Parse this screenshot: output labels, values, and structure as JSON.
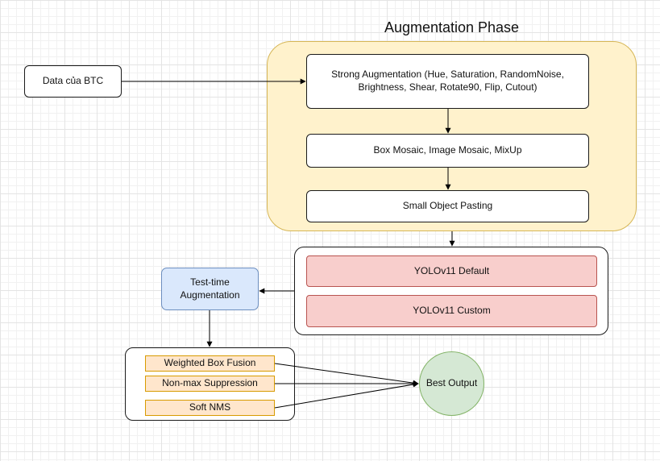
{
  "diagram": {
    "phase_title": "Augmentation Phase",
    "nodes": {
      "data_source": "Data của BTC",
      "strong_aug": "Strong Augmentation (Hue, Saturation, RandomNoise, Brightness, Shear, Rotate90, Flip, Cutout)",
      "mosaic": "Box Mosaic, Image Mosaic, MixUp",
      "pasting": "Small Object Pasting",
      "yolo_default": "YOLOv11 Default",
      "yolo_custom": "YOLOv11 Custom",
      "tta": "Test-time Augmentation",
      "wbf": "Weighted Box Fusion",
      "nms": "Non-max Suppression",
      "soft_nms": "Soft NMS",
      "best_output": "Best Output"
    },
    "colors": {
      "phase_fill": "#fff2cc",
      "phase_border": "#d6b656",
      "model_fill": "#f8cecc",
      "model_border": "#b85450",
      "tta_fill": "#dae8fc",
      "tta_border": "#6c8ebf",
      "ensemble_fill": "#ffe6cc",
      "ensemble_border": "#d79b00",
      "output_fill": "#d5e8d4",
      "output_border": "#82b366"
    }
  }
}
